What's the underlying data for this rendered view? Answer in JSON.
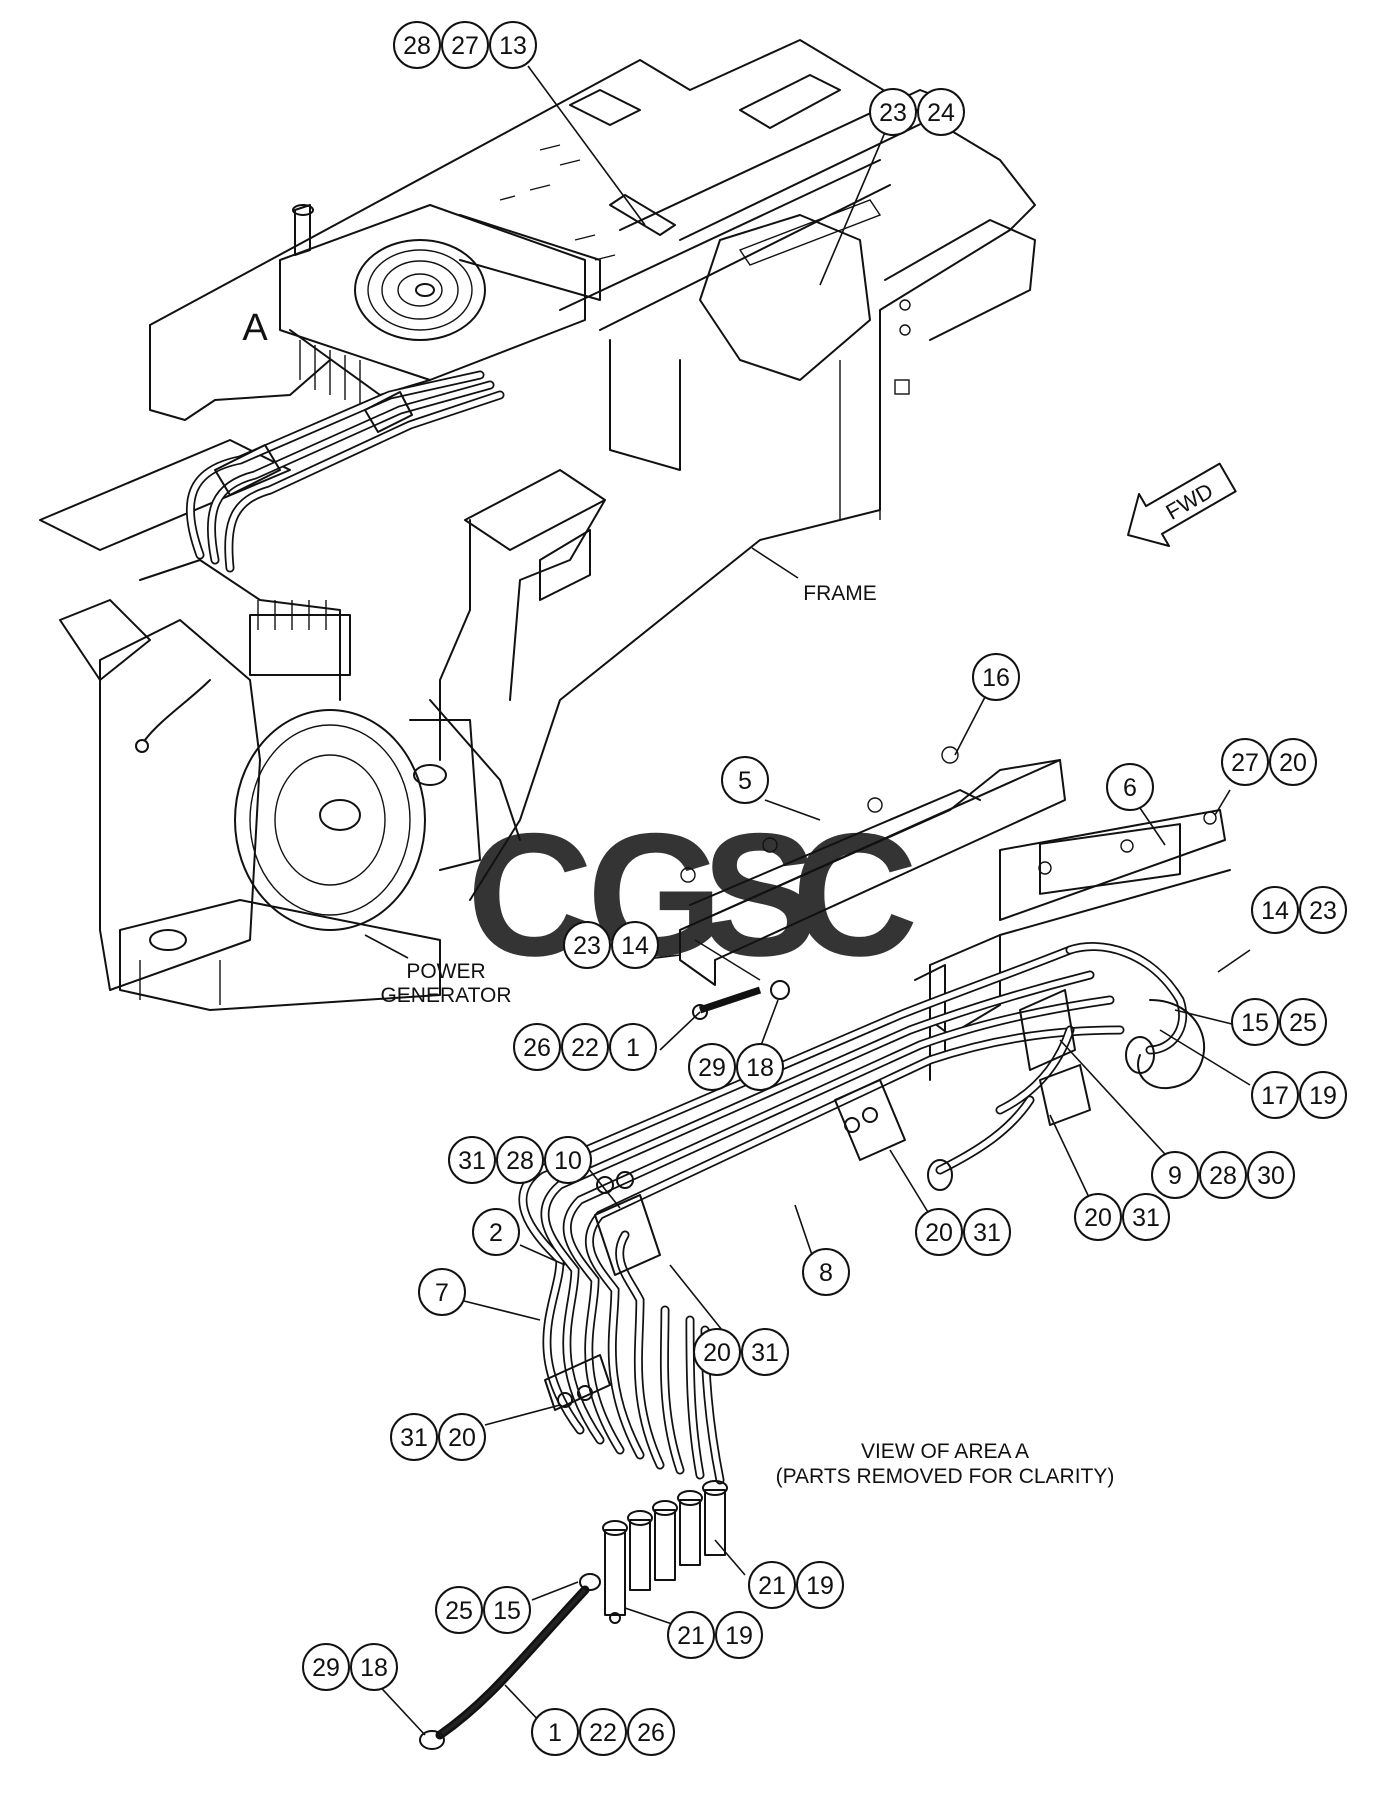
{
  "labels": {
    "frame": "FRAME",
    "power_generator": [
      "POWER",
      "GENERATOR"
    ],
    "view_caption": [
      "VIEW OF AREA A",
      "(PARTS REMOVED FOR CLARITY)"
    ],
    "area_marker": "A",
    "fwd_arrow": "FWD"
  },
  "watermark": {
    "letters": [
      "C",
      "G",
      "S",
      "C"
    ],
    "colors": [
      "#4285F4",
      "#EA4335",
      "#FBBC05",
      "#34A853"
    ]
  },
  "callout_groups": [
    {
      "name": "callout-28-27-13",
      "numbers": [
        "28",
        "27",
        "13"
      ]
    },
    {
      "name": "callout-23-24",
      "numbers": [
        "23",
        "24"
      ]
    },
    {
      "name": "callout-16",
      "numbers": [
        "16"
      ]
    },
    {
      "name": "callout-5",
      "numbers": [
        "5"
      ]
    },
    {
      "name": "callout-6",
      "numbers": [
        "6"
      ]
    },
    {
      "name": "callout-27-20",
      "numbers": [
        "27",
        "20"
      ]
    },
    {
      "name": "callout-14-23-right",
      "numbers": [
        "14",
        "23"
      ]
    },
    {
      "name": "callout-23-14-left",
      "numbers": [
        "23",
        "14"
      ]
    },
    {
      "name": "callout-15-25",
      "numbers": [
        "15",
        "25"
      ]
    },
    {
      "name": "callout-26-22-1",
      "numbers": [
        "26",
        "22",
        "1"
      ]
    },
    {
      "name": "callout-29-18-top",
      "numbers": [
        "29",
        "18"
      ]
    },
    {
      "name": "callout-17-19",
      "numbers": [
        "17",
        "19"
      ]
    },
    {
      "name": "callout-9-28-30",
      "numbers": [
        "9",
        "28",
        "30"
      ]
    },
    {
      "name": "callout-31-28-10",
      "numbers": [
        "31",
        "28",
        "10"
      ]
    },
    {
      "name": "callout-20-31-right",
      "numbers": [
        "20",
        "31"
      ]
    },
    {
      "name": "callout-20-31-mid",
      "numbers": [
        "20",
        "31"
      ]
    },
    {
      "name": "callout-2",
      "numbers": [
        "2"
      ]
    },
    {
      "name": "callout-8",
      "numbers": [
        "8"
      ]
    },
    {
      "name": "callout-7",
      "numbers": [
        "7"
      ]
    },
    {
      "name": "callout-20-31-low",
      "numbers": [
        "20",
        "31"
      ]
    },
    {
      "name": "callout-31-20",
      "numbers": [
        "31",
        "20"
      ]
    },
    {
      "name": "callout-21-19-right",
      "numbers": [
        "21",
        "19"
      ]
    },
    {
      "name": "callout-25-15",
      "numbers": [
        "25",
        "15"
      ]
    },
    {
      "name": "callout-21-19-low",
      "numbers": [
        "21",
        "19"
      ]
    },
    {
      "name": "callout-29-18-bottom",
      "numbers": [
        "29",
        "18"
      ]
    },
    {
      "name": "callout-1-22-26",
      "numbers": [
        "1",
        "22",
        "26"
      ]
    }
  ]
}
